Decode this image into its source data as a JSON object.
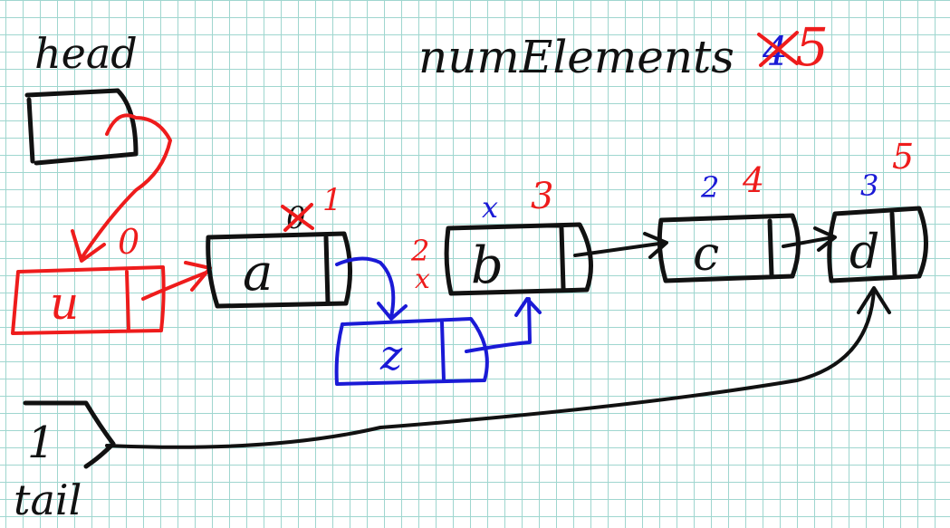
{
  "colors": {
    "black_ink": "#111111",
    "red_ink": "#ee1c1c",
    "blue_ink": "#1a1ad6",
    "grid": "#9fd6cf",
    "paper": "#ffffff"
  },
  "labels": {
    "head": "head",
    "tail": "tail",
    "num_elements": "numElements",
    "num_elements_old": "4",
    "num_elements_new": "5"
  },
  "head_box": {
    "value": ""
  },
  "tail_box": {
    "value": "1"
  },
  "sentinel_node": {
    "data": "u",
    "index_label": "0",
    "color": "red"
  },
  "nodes": [
    {
      "data": "a",
      "old_index": "0",
      "new_index": "1"
    },
    {
      "data": "b",
      "old_index": "x",
      "new_index": "3"
    },
    {
      "data": "c",
      "old_index": "2",
      "new_index": "4"
    },
    {
      "data": "d",
      "old_index": "3",
      "new_index": "5"
    }
  ],
  "inserted_node": {
    "data": "z",
    "index_label": "2",
    "crossed": "x"
  }
}
